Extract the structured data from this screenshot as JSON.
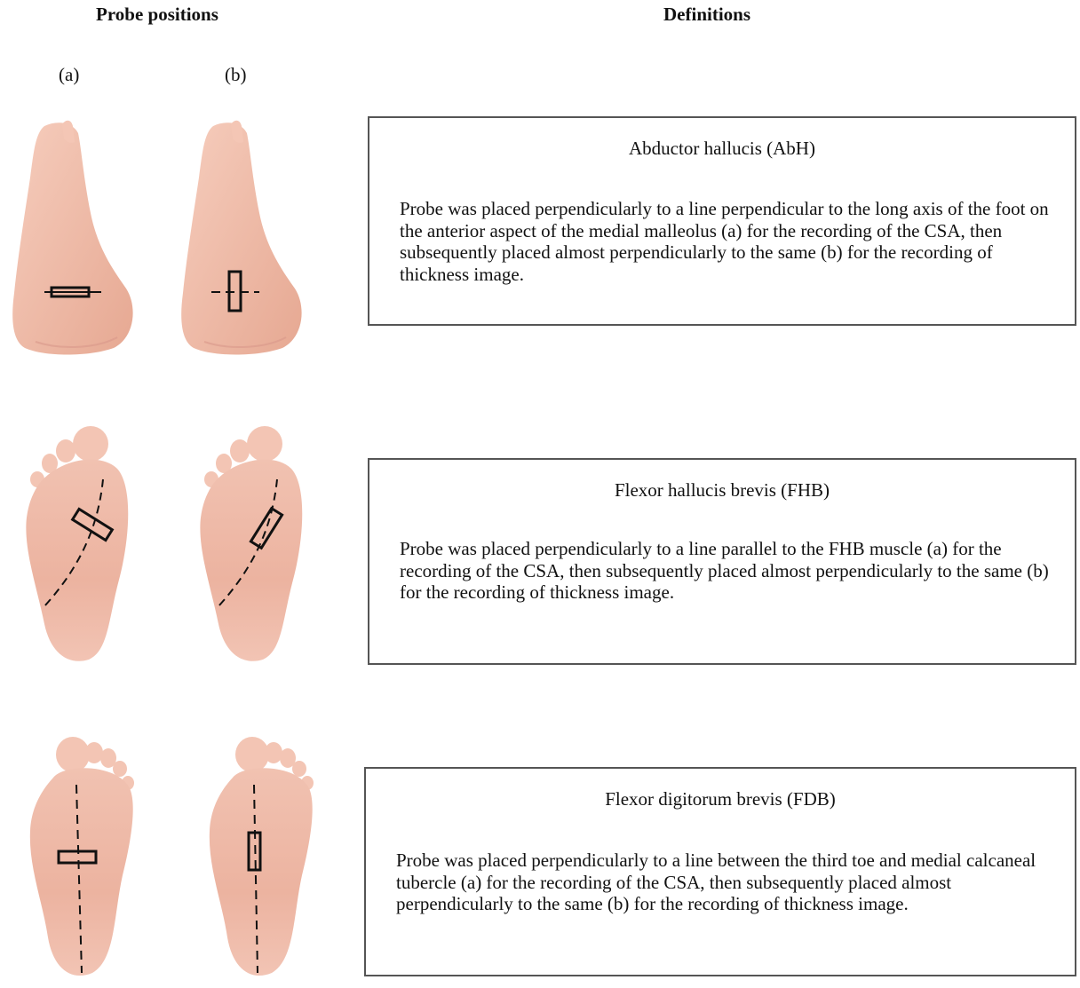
{
  "headers": {
    "left": "Probe positions",
    "right": "Definitions"
  },
  "columns": {
    "a": "(a)",
    "b": "(b)"
  },
  "definitions": [
    {
      "title": "Abductor hallucis (AbH)",
      "text": "Probe was placed perpendicularly to a line perpendicular to the long axis of the foot on the anterior aspect of the medial malleolus (a) for the recording of the CSA, then subsequently placed almost perpendicularly to the same (b) for the recording of thickness image."
    },
    {
      "title": "Flexor hallucis brevis (FHB)",
      "text": "Probe was placed perpendicularly to a line parallel to the FHB muscle (a) for the recording of  the CSA, then subsequently placed almost perpendicularly to the same (b) for the recording of thickness image."
    },
    {
      "title": "Flexor digitorum brevis (FDB)",
      "text": "Probe was placed perpendicularly to a line between the third toe and medial calcaneal tubercle (a) for the recording of the CSA, then subsequently placed almost perpendicularly to the same (b) for the recording of thickness image."
    }
  ],
  "colors": {
    "skin": "#f0bfae",
    "skin_shadow": "#e2a591",
    "probe_line": "#111111",
    "box_border": "#555555"
  }
}
